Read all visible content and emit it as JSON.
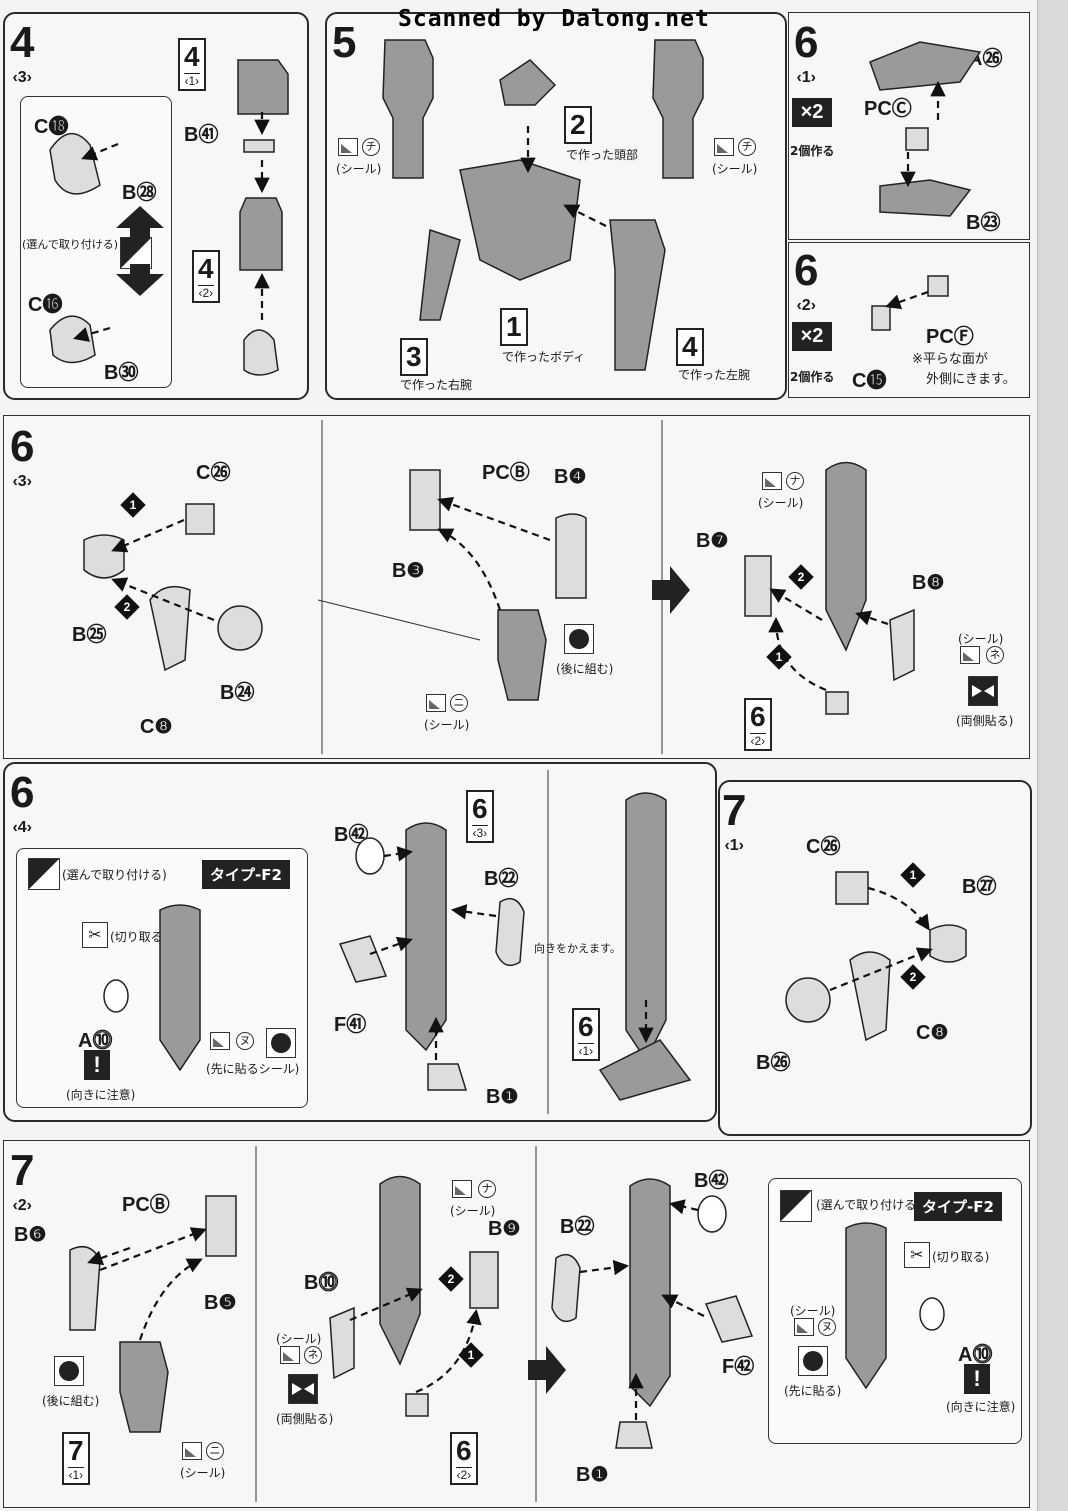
{
  "watermark": "Scanned by Dalong.net",
  "sections": {
    "s4_3": {
      "step": "4",
      "sub": "‹3›"
    },
    "s5": {
      "step": "5"
    },
    "s6_1": {
      "step": "6",
      "sub": "‹1›"
    },
    "s6_2": {
      "step": "6",
      "sub": "‹2›"
    },
    "s6_3": {
      "step": "6",
      "sub": "‹3›"
    },
    "s6_4": {
      "step": "6",
      "sub": "‹4›"
    },
    "s7_1": {
      "step": "7",
      "sub": "‹1›"
    },
    "s7_2": {
      "step": "7",
      "sub": "‹2›"
    }
  },
  "labels": {
    "s4": {
      "ref_top": "4",
      "ref_top_sub": "‹1›",
      "ref_mid": "4",
      "ref_mid_sub": "‹2›",
      "c18": "C⓲",
      "b28": "B㉘",
      "c16": "C⓰",
      "b30": "B㉚",
      "b41": "B㊶",
      "choose_note": "(選んで取り付ける)"
    },
    "s5": {
      "n2": "2",
      "n2_note": "で作った頭部",
      "n1": "1",
      "n1_note": "で作ったボディ",
      "n3": "3",
      "n3_note": "で作った右腕",
      "n4": "4",
      "n4_note": "で作った左腕",
      "sticker_left": "(シール)",
      "sticker_right": "(シール)",
      "kana_chi": "チ"
    },
    "s6_1": {
      "a26": "A㉖",
      "pcc": "PCⒸ",
      "b23": "B㉓",
      "x2": "×2",
      "x2_note": "2個作る"
    },
    "s6_2": {
      "pcf": "PCⒻ",
      "c15": "C⓯",
      "x2": "×2",
      "x2_note": "2個作る",
      "note1": "※平らな面が",
      "note2": "外側にきます。"
    },
    "s6_3": {
      "c26": "C㉖",
      "b25": "B㉕",
      "b24": "B㉔",
      "c8": "C❽",
      "pcb": "PCⒷ",
      "b4": "B❹",
      "b3": "B❸",
      "later": "(後に組む)",
      "sticker_ni": "(シール)",
      "kana_ni": "ニ",
      "b7": "B❼",
      "b8": "B❽",
      "sticker_na": "(シール)",
      "kana_na": "ナ",
      "sticker_ne": "(シール)",
      "kana_ne": "ネ",
      "both_sides": "(両側貼る)",
      "ref6": "6",
      "ref6_sub": "‹2›",
      "step1": "1",
      "step2": "2"
    },
    "s6_4": {
      "choose_note": "(選んで取り付ける)",
      "type": "タイプ-F2",
      "cut_note": "(切り取る)",
      "a10": "A⓾",
      "caution": "(向きに注意)",
      "first_sticker": "(先に貼るシール)",
      "kana_nu": "ヌ",
      "b42": "B㊷",
      "b22": "B㉒",
      "f41": "F㊶",
      "b1": "B❶",
      "ref6": "6",
      "ref6_sub": "‹3›",
      "ref6b": "6",
      "ref6b_sub": "‹1›",
      "turn_note": "向きをかえます。"
    },
    "s7_1": {
      "c26": "C㉖",
      "b27": "B㉗",
      "b26": "B㉖",
      "c8": "C❽"
    },
    "s7_2": {
      "b6": "B❻",
      "pcb": "PCⒷ",
      "b5": "B❺",
      "later": "(後に組む)",
      "ref7": "7",
      "ref7_sub": "‹1›",
      "sticker_ni": "(シール)",
      "kana_ni": "ニ",
      "b10": "B⓾",
      "b9": "B❾",
      "sticker_na": "(シール)",
      "kana_na": "ナ",
      "sticker_ne": "(シール)",
      "kana_ne": "ネ",
      "both_sides": "(両側貼る)",
      "ref6": "6",
      "ref6_sub": "‹2›",
      "b42": "B㊷",
      "b22": "B㉒",
      "f42": "F㊷",
      "b1": "B❶",
      "choose_note": "(選んで取り付ける)",
      "type": "タイプ-F2",
      "cut_note": "(切り取る)",
      "sticker_nu": "(シール)",
      "kana_nu": "ヌ",
      "first": "(先に貼る)",
      "a10": "A⓾",
      "caution": "(向きに注意)"
    }
  },
  "colors": {
    "ink": "#1a1a1a",
    "paper": "#f7f7f5",
    "part_fill": "#9a9a9a",
    "part_dark": "#6e6e6e"
  },
  "icons": [
    "arrow-icon",
    "sticker-icon",
    "choose-icon",
    "cut-icon",
    "caution-icon",
    "both-sides-icon",
    "later-assemble-icon"
  ]
}
